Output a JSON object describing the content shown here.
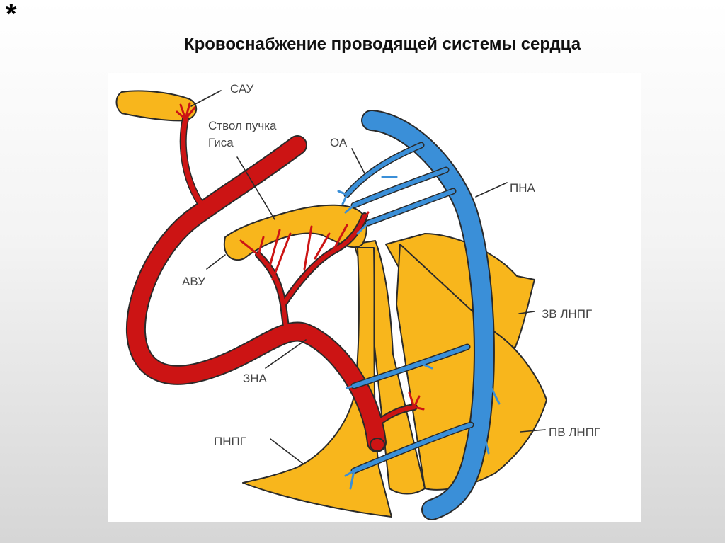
{
  "slide": {
    "bullet": "*",
    "title": "Кровоснабжение проводящей системы сердца"
  },
  "diagram": {
    "colors": {
      "conduction": "#f8b61c",
      "artery": "#cc1414",
      "vein": "#3a8fd8",
      "outline": "#2a2a2a"
    },
    "labels": {
      "sau": "САУ",
      "his_line1": "Ствол пучка",
      "his_line2": "Гиса",
      "oa": "ОА",
      "pna": "ПНА",
      "avu": "АВУ",
      "zv_lnpg": "ЗВ ЛНПГ",
      "zna": "ЗНА",
      "pnpg": "ПНПГ",
      "pv_lnpg": "ПВ ЛНПГ"
    }
  }
}
